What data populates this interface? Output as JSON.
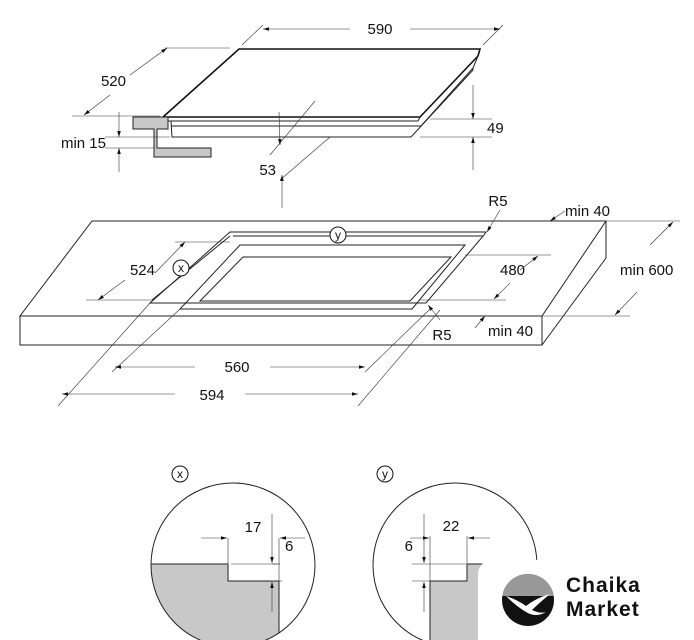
{
  "hob": {
    "width": "590",
    "depth": "520",
    "height": "49",
    "depth_below": "53",
    "min_thickness": "min 15"
  },
  "countertop": {
    "radius_back": "R5",
    "radius_front": "R5",
    "min_back": "min 40",
    "min_front": "min 40",
    "min_depth": "min 600",
    "cutout_depth_outer": "524",
    "cutout_depth_inner": "480",
    "cutout_width_inner": "560",
    "cutout_width_outer": "594",
    "marker_x": "x",
    "marker_y": "y"
  },
  "detail_x": {
    "label": "x",
    "width": "17",
    "depth": "6"
  },
  "detail_y": {
    "label": "y",
    "width": "22",
    "depth": "6"
  },
  "logo": {
    "line1": "Chaika",
    "line2": "Market"
  }
}
